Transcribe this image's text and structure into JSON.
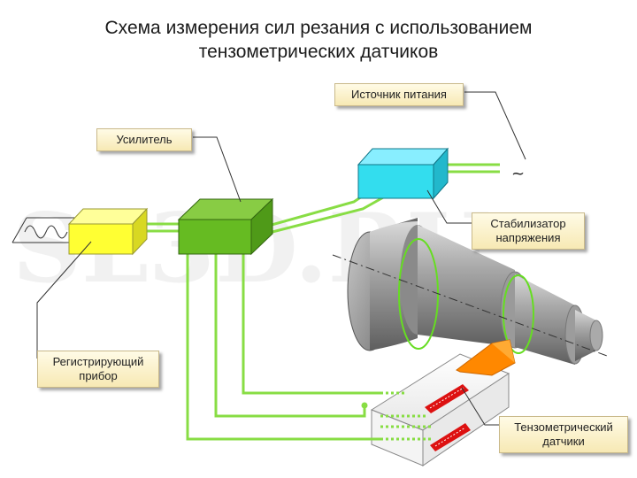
{
  "title": {
    "line1": "Схема измерения сил резания с использованием",
    "line2": "тензометрических датчиков"
  },
  "labels": {
    "power_source": "Источник питания",
    "amplifier": "Усилитель",
    "stabilizer_line1": "Стабилизатор",
    "stabilizer_line2": "напряжения",
    "recorder_line1": "Регистрирующий",
    "recorder_line2": "прибор",
    "sensors_line1": "Тензометрический",
    "sensors_line2": "датчики"
  },
  "symbols": {
    "ac": "~"
  },
  "colors": {
    "recorder_box": "#ffff33",
    "amplifier_box": "#66bb22",
    "stabilizer_box": "#33ddee",
    "wire": "#88dd44",
    "cutting_tip": "#ff8800",
    "strain_gauge": "#dd1111",
    "shaft": "#9a9a9a"
  }
}
